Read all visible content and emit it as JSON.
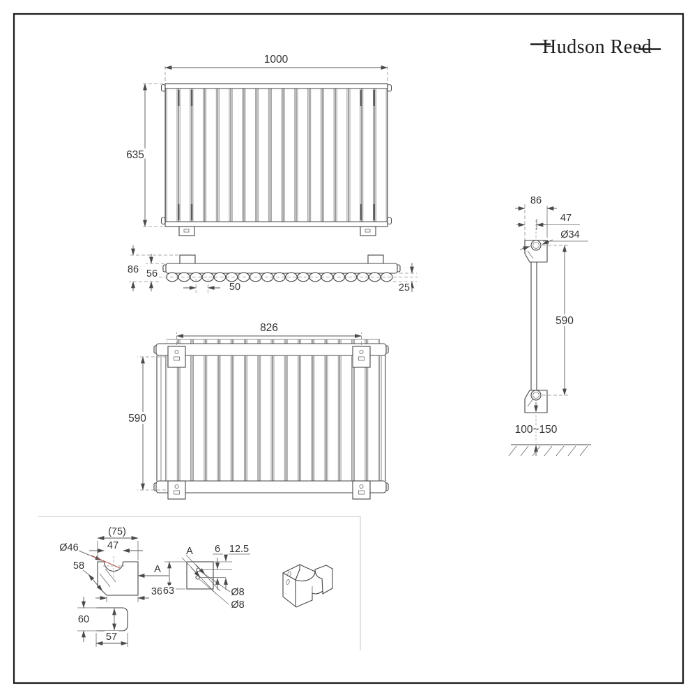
{
  "logo": {
    "text": "Hudson Reed"
  },
  "colors": {
    "line": "#454545",
    "dim": "#555555",
    "accent_red": "#b5524a",
    "border": "#1a1a1a",
    "detail_box": "#c6c6c6"
  },
  "front": {
    "width": "1000",
    "height": "635"
  },
  "top": {
    "overall_depth": "86",
    "panel_depth": "56",
    "column_pitch": "50",
    "column_depth": "25"
  },
  "back": {
    "bracket_span": "826",
    "bracket_span_v": "590"
  },
  "side": {
    "overall_depth": "86",
    "bracket_offset": "47",
    "hole_diameter": "Ø34",
    "bracket_span_v": "590",
    "floor_clearance": "100~150"
  },
  "bracket_detail": {
    "overall_width": "(75)",
    "notch_width": "47",
    "notch_diameter": "Ø46",
    "slot_width": "58",
    "section_label": "A",
    "base_width": "36",
    "profile_height": "60",
    "profile_width": "57",
    "section_label_2": "A",
    "hole_spacing": "6",
    "hole_offset": "12.5",
    "plate_height": "63",
    "hole_diameter_1": "Ø8",
    "hole_diameter_2": "Ø8"
  }
}
